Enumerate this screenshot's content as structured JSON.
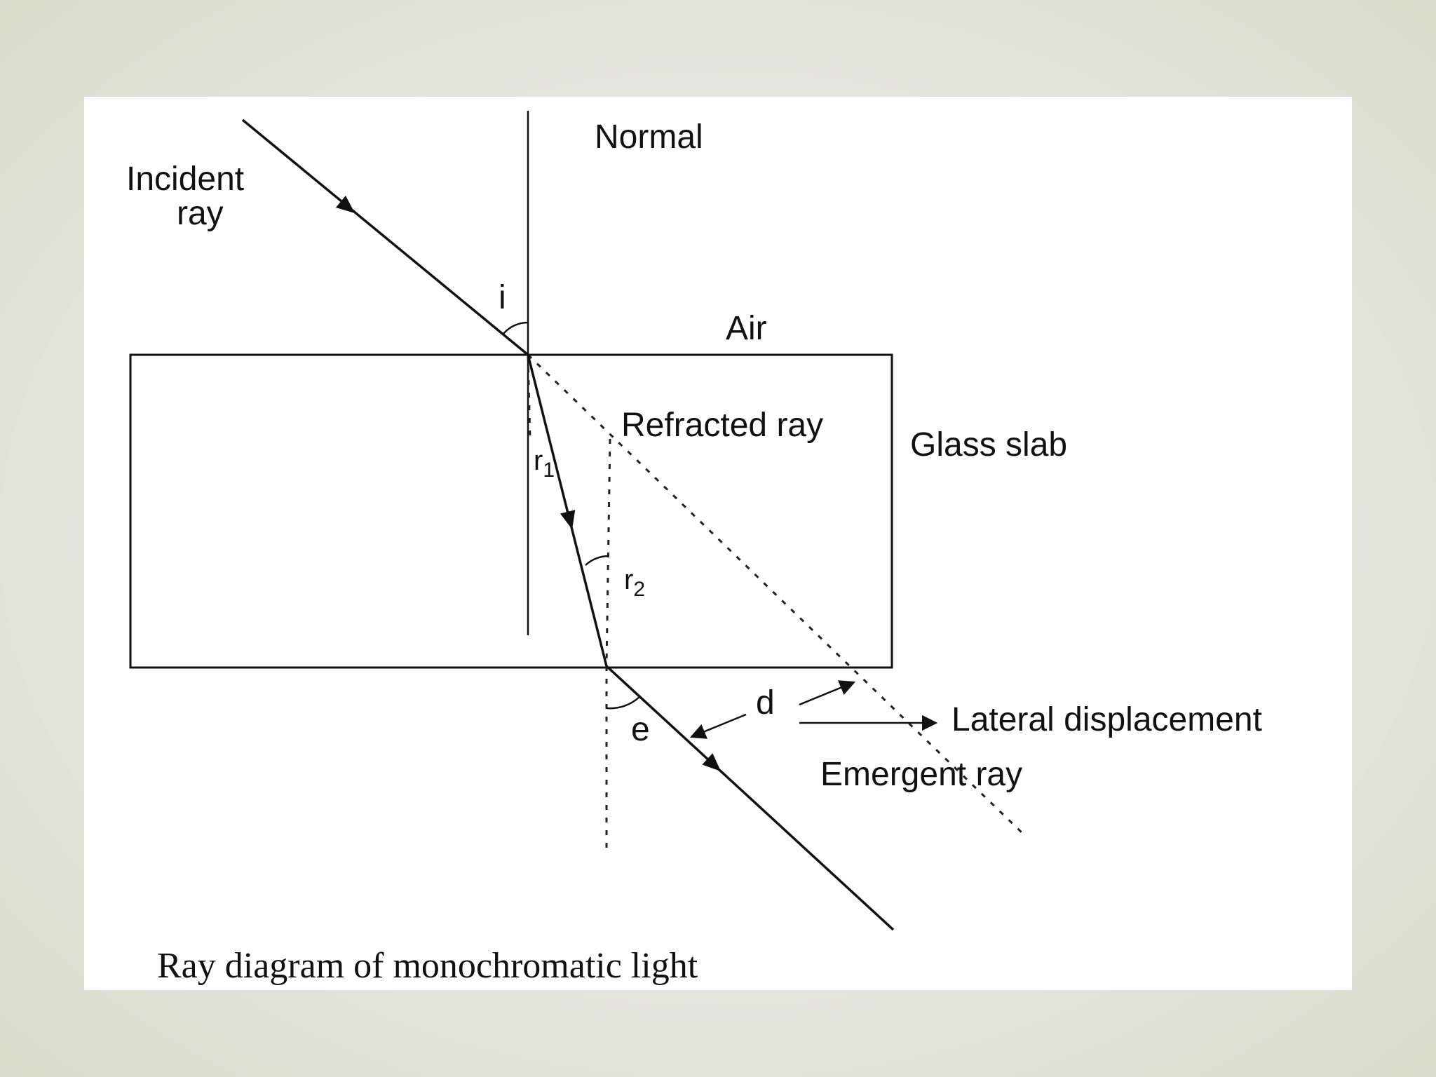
{
  "diagram": {
    "labels": {
      "normal": "Normal",
      "incident_ray": "Incident ray",
      "incident_ray_line1": "Incident",
      "incident_ray_line2": "ray",
      "angle_i": "i",
      "air": "Air",
      "refracted_ray": "Refracted ray",
      "glass_slab": "Glass slab",
      "angle_r1": "r",
      "angle_r1_sub": "1",
      "angle_r2": "r",
      "angle_r2_sub": "2",
      "lateral_d": "d",
      "lateral_displacement": "Lateral displacement",
      "angle_e": "e",
      "emergent_ray": "Emergent ray"
    },
    "caption": "Ray diagram of monochromatic light"
  }
}
